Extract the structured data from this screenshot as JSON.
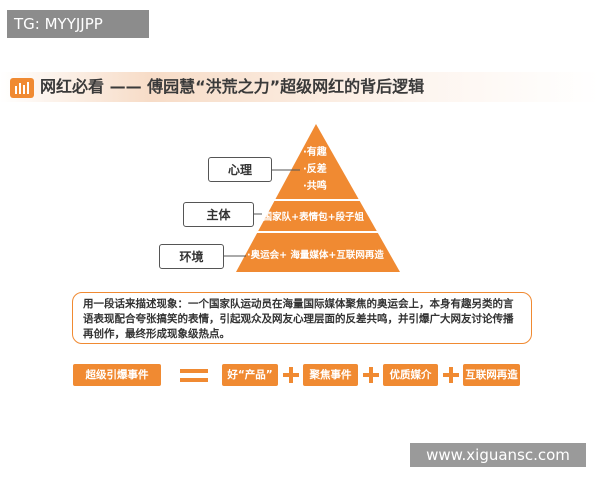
{
  "watermark_top": "TG: MYYJJPP",
  "watermark_bottom": "www.xiguansc.com",
  "header": {
    "title": "网红必看 —— 傅园慧“洪荒之力”超级网红的背后逻辑"
  },
  "pyramid": {
    "color": "#f08a32",
    "labels": [
      "心理",
      "主体",
      "环境"
    ],
    "tier1": [
      "·有趣",
      "·反差",
      "·共鸣"
    ],
    "tier2": "·国家队+表情包+段子姐",
    "tier3": "·奥运会+ 海量媒体+互联网再造"
  },
  "description": "用一段话来描述现象：一个国家队运动员在海量国际媒体聚焦的奥运会上，本身有趣另类的言语表现配合夸张搞笑的表情，引起观众及网友心理层面的反差共鸣，并引爆广大网友讨论传播再创作，最终形成现象级热点。",
  "formula": {
    "result": "超级引爆事件",
    "items": [
      "好“产品”",
      "聚焦事件",
      "优质媒介",
      "互联网再造"
    ]
  }
}
